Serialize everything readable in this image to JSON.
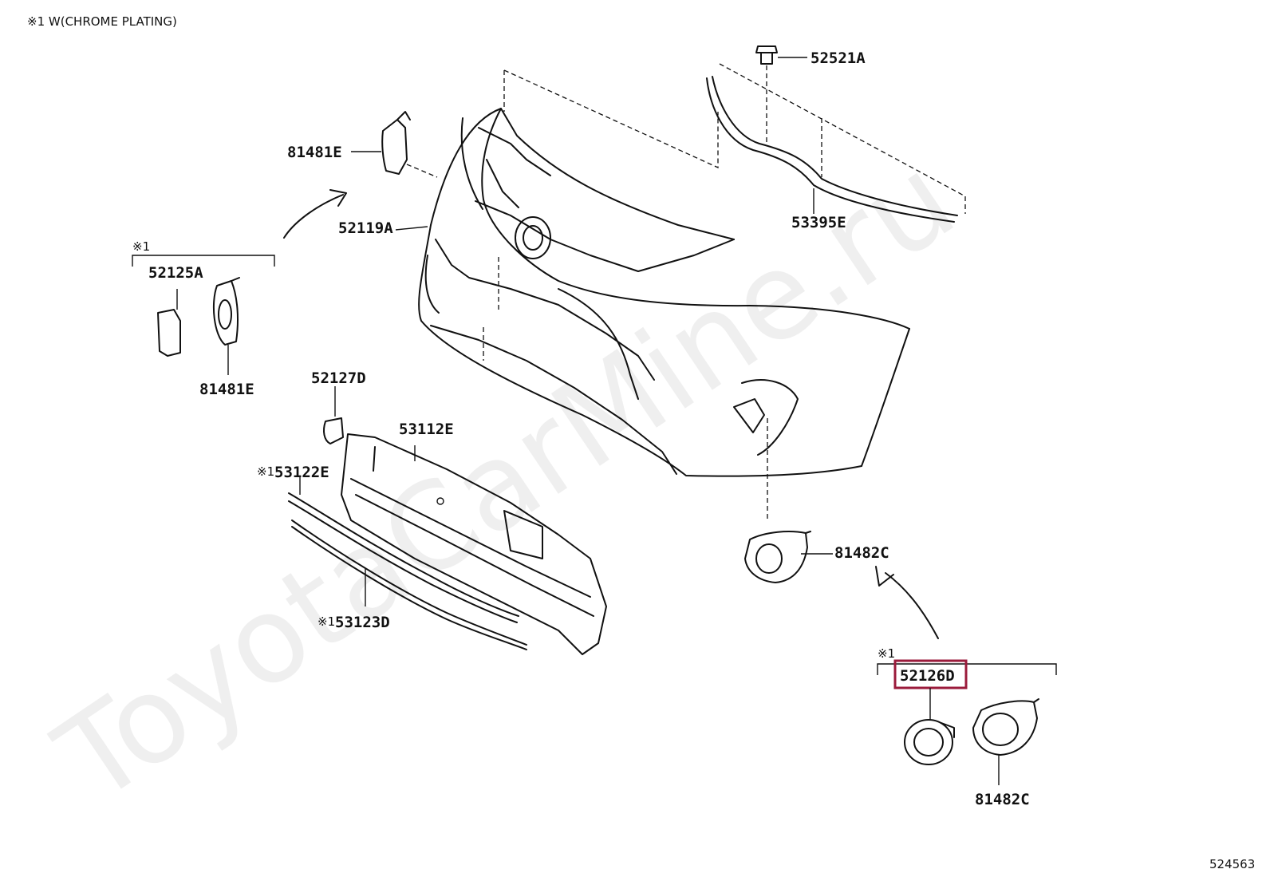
{
  "header_note": "※1 W(CHROME PLATING)",
  "watermark": "ToyotaCarMine.ru",
  "diagram_id": "524563",
  "mark": "※1",
  "highlight_color": "#9b1b3b",
  "parts": {
    "p52521A": "52521A",
    "p81481E_top": "81481E",
    "p52119A": "52119A",
    "p53395E": "53395E",
    "p52125A": "52125A",
    "p81481E_left": "81481E",
    "p52127D": "52127D",
    "p53112E": "53112E",
    "p53122E": "53122E",
    "p53123D": "53123D",
    "p81482C_mid": "81482C",
    "p52126D": "52126D",
    "p81482C_bot": "81482C"
  }
}
